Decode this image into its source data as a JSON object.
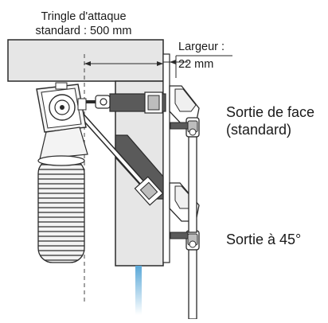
{
  "labels": {
    "rod_line1": "Tringle d'attaque",
    "rod_line2": "standard : 500 mm",
    "width_line1": "Largeur :",
    "width_line2": "22 mm",
    "front_line1": "Sortie de face",
    "front_line2": "(standard)",
    "angle_label": "Sortie à 45°"
  },
  "colors": {
    "outline": "#2a2a2a",
    "panel_fill": "#e6e6e6",
    "dark_fill": "#5a5a5a",
    "mid_fill": "#bdbdbd",
    "hose_fill": "#f2f2f2",
    "water": "#5aa8d8"
  }
}
